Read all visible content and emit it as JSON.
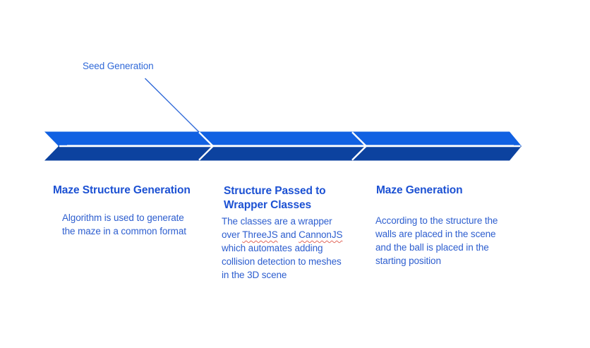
{
  "colors": {
    "background": "#ffffff",
    "top_band": "#1161e2",
    "bottom_band": "#0c429f",
    "divider": "#ffffff",
    "divider_tint": "#c3d2ef",
    "callout_line": "#3069d8",
    "callout_text": "#3069d8",
    "title_text": "#1c51d3",
    "body_text": "#2d5ecf",
    "misspell_underline": "#e2685c"
  },
  "callout": {
    "label": "Seed Generation"
  },
  "stages": [
    {
      "title_lines": [
        "Maze Structure Generation"
      ],
      "body_lines": [
        "Algorithm is used to generate",
        "the maze in a common format"
      ]
    },
    {
      "title_lines": [
        "Structure Passed to",
        "Wrapper Classes"
      ],
      "body_lines": [
        "The classes are a wrapper",
        {
          "pre": "over ",
          "misspelled_1": "ThreeJS",
          "mid": " and ",
          "misspelled_2": "CannonJS"
        },
        "which automates adding",
        "collision detection to meshes",
        "in the 3D scene"
      ]
    },
    {
      "title_lines": [
        "Maze Generation"
      ],
      "body_lines": [
        "According to the structure the",
        "walls are placed in the scene",
        "and the ball is placed in the",
        "starting position"
      ]
    }
  ]
}
